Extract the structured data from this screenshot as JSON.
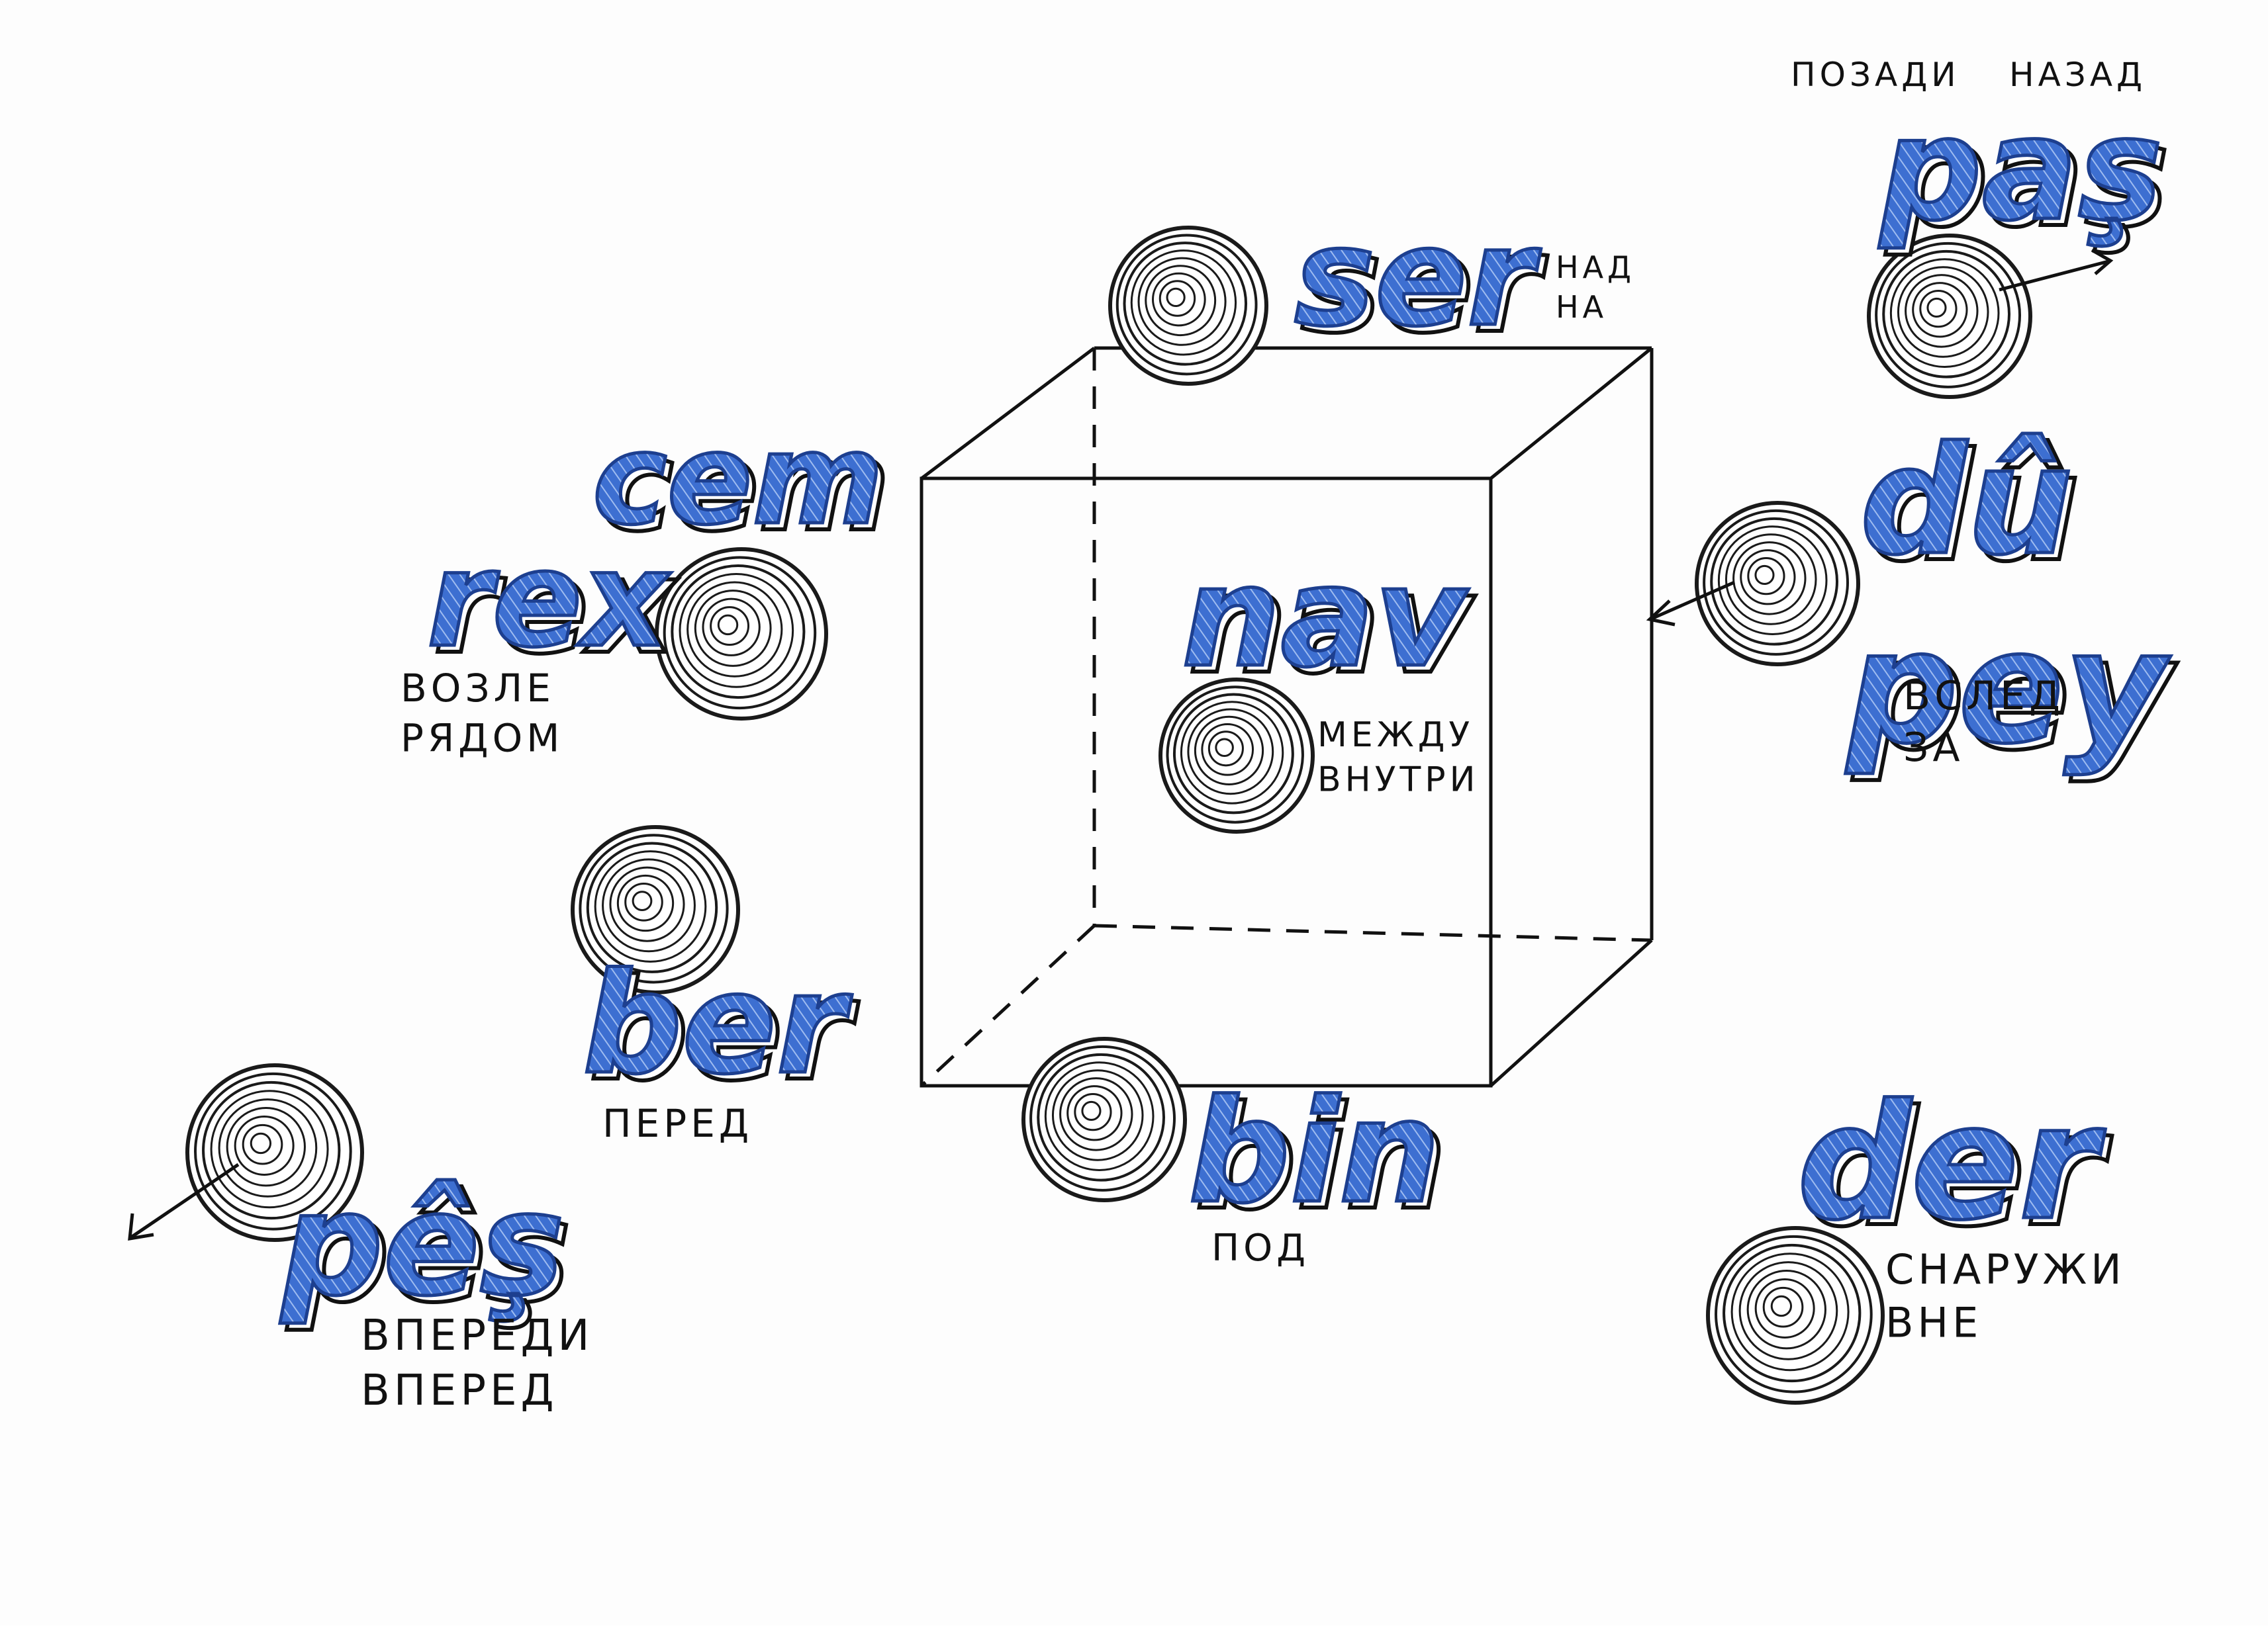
{
  "colors": {
    "ink": "#111111",
    "word_fill": "#3d6fd1",
    "word_shade": "#1d3f8f",
    "sphere_line": "#1a1a1a",
    "paper": "#fdfdfd"
  },
  "cube": {
    "front_face": "solid square",
    "hidden_edges": "dashed"
  },
  "items": [
    {
      "key": "ser",
      "word": "ser",
      "labels": [
        "НАД",
        "НА"
      ]
    },
    {
      "key": "cemrex",
      "word": "cem",
      "word2": "rex",
      "labels": [
        "ВОЗЛЕ",
        "РЯДОМ"
      ]
    },
    {
      "key": "nav",
      "word": "nav",
      "labels": [
        "МЕЖДУ",
        "ВНУТРИ"
      ]
    },
    {
      "key": "ber",
      "word": "ber",
      "labels": [
        "ПЕРЕД"
      ]
    },
    {
      "key": "pes",
      "word": "pêş",
      "labels": [
        "ВПЕРЕДИ",
        "ВПЕРЕД"
      ]
    },
    {
      "key": "bin",
      "word": "bin",
      "labels": [
        "ПОД"
      ]
    },
    {
      "key": "pas",
      "word": "paş",
      "labels": [
        "ПОЗАДИ",
        "НАЗАД"
      ]
    },
    {
      "key": "dupey",
      "word": "dû",
      "word2": "pey",
      "labels": [
        "ВСЛЕД",
        "ЗА"
      ]
    },
    {
      "key": "der",
      "word": "der",
      "labels": [
        "СНАРУЖИ",
        "ВНЕ"
      ]
    }
  ]
}
